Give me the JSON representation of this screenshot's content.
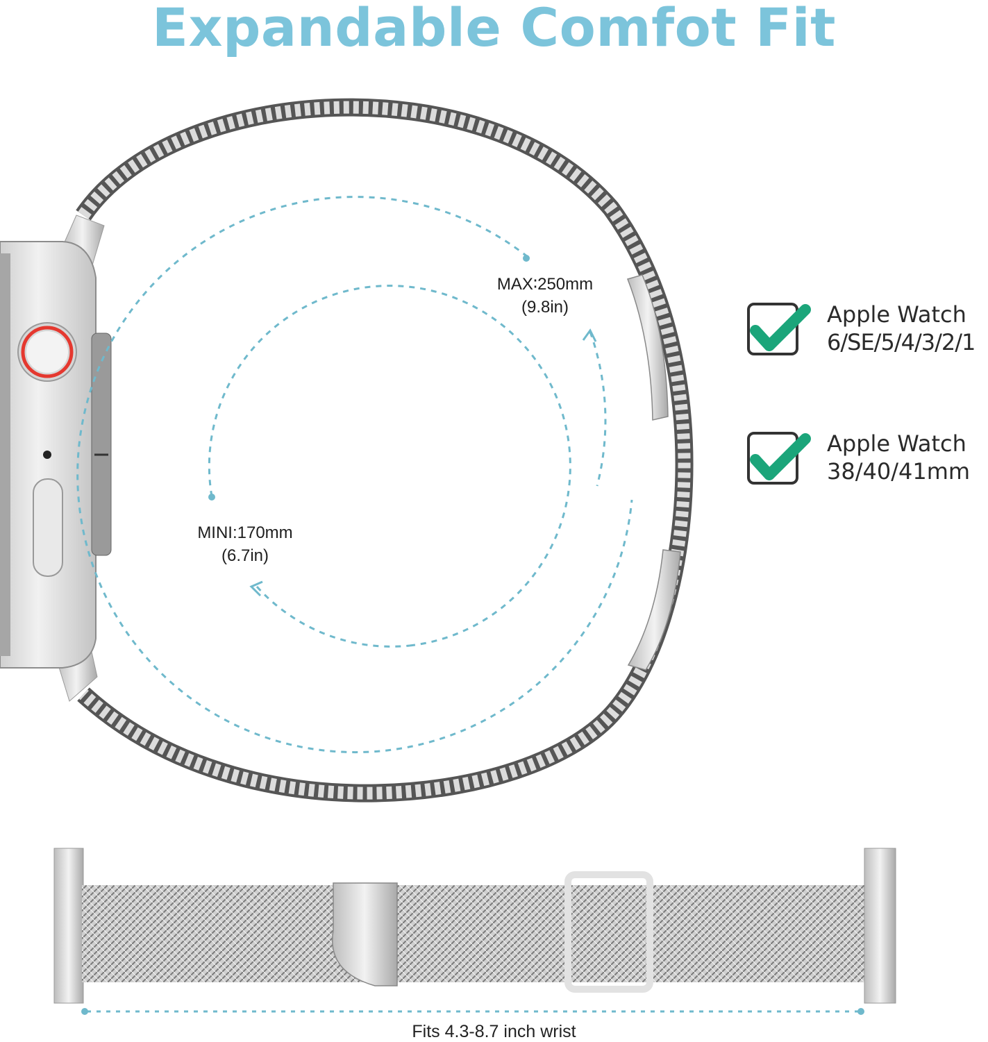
{
  "title": "Expandable Comfot Fit",
  "max_label": {
    "line1": "MAX∶250mm",
    "line2": "(9.8in)"
  },
  "min_label": {
    "line1": "MINI:170mm",
    "line2": "(6.7in)"
  },
  "compatibility": [
    {
      "icon": "checkmark-icon",
      "line1": "Apple Watch",
      "line2": "6/SE/5/4/3/2/1"
    },
    {
      "icon": "checkmark-icon",
      "line1": "Apple Watch",
      "line2": "38/40/41mm"
    }
  ],
  "footer": "Fits 4.3-8.7 inch wrist",
  "colors": {
    "title": "#7cc4db",
    "check": "#1ba57a",
    "dashed": "#6fb9cc",
    "digital_crown_ring": "#e5382f"
  }
}
